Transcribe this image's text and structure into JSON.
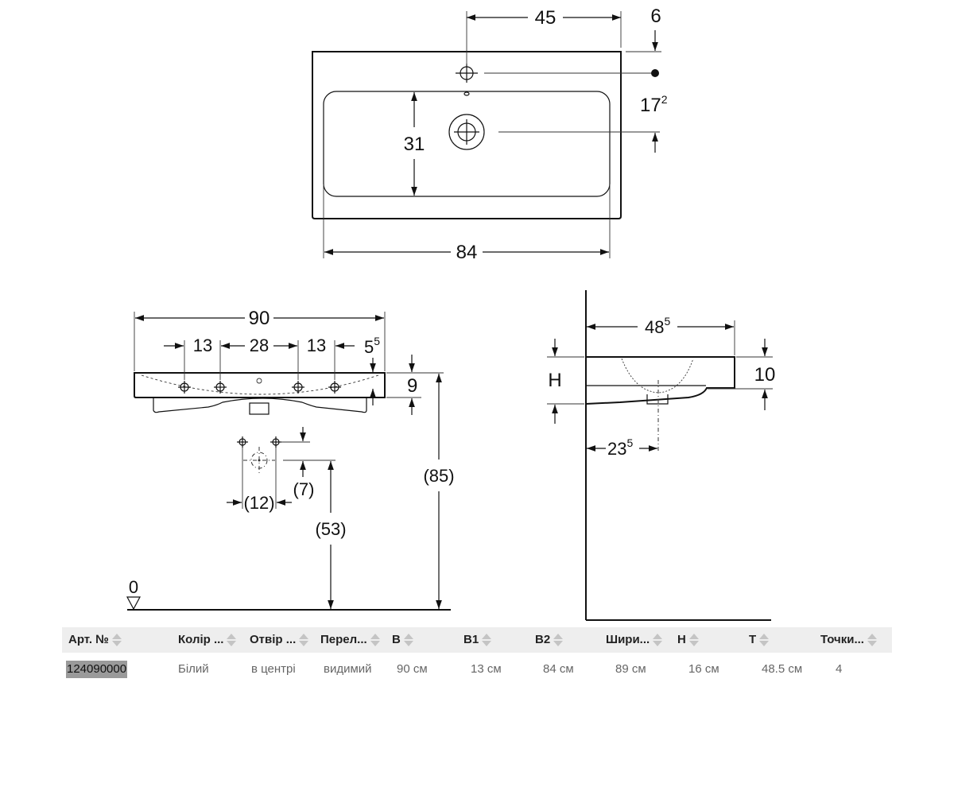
{
  "drawing": {
    "top_view": {
      "dim_45": "45",
      "dim_6": "6",
      "dim_17_base": "17",
      "dim_17_sup": "2",
      "dim_31": "31",
      "dim_84": "84"
    },
    "front_view": {
      "dim_90": "90",
      "dim_13a": "13",
      "dim_28": "28",
      "dim_13b": "13",
      "dim_5_base": "5",
      "dim_5_sup": "5",
      "dim_9": "9",
      "dim_12": "(12)",
      "dim_7": "(7)",
      "dim_53": "(53)",
      "dim_85": "(85)",
      "floor": "0"
    },
    "side_view": {
      "dim_48_base": "48",
      "dim_48_sup": "5",
      "dim_h": "H",
      "dim_10": "10",
      "dim_23_base": "23",
      "dim_23_sup": "5"
    }
  },
  "table": {
    "headers": [
      "Арт. №",
      "Колір ...",
      "Отвір ...",
      "Перел...",
      "В",
      "В1",
      "В2",
      "Шири...",
      "Н",
      "Т",
      "Точки..."
    ],
    "row": [
      "124090000",
      "Білий",
      "в центрі",
      "видимий",
      "90 см",
      "13 см",
      "84 см",
      "89 см",
      "16 см",
      "48.5 см",
      "4"
    ]
  }
}
